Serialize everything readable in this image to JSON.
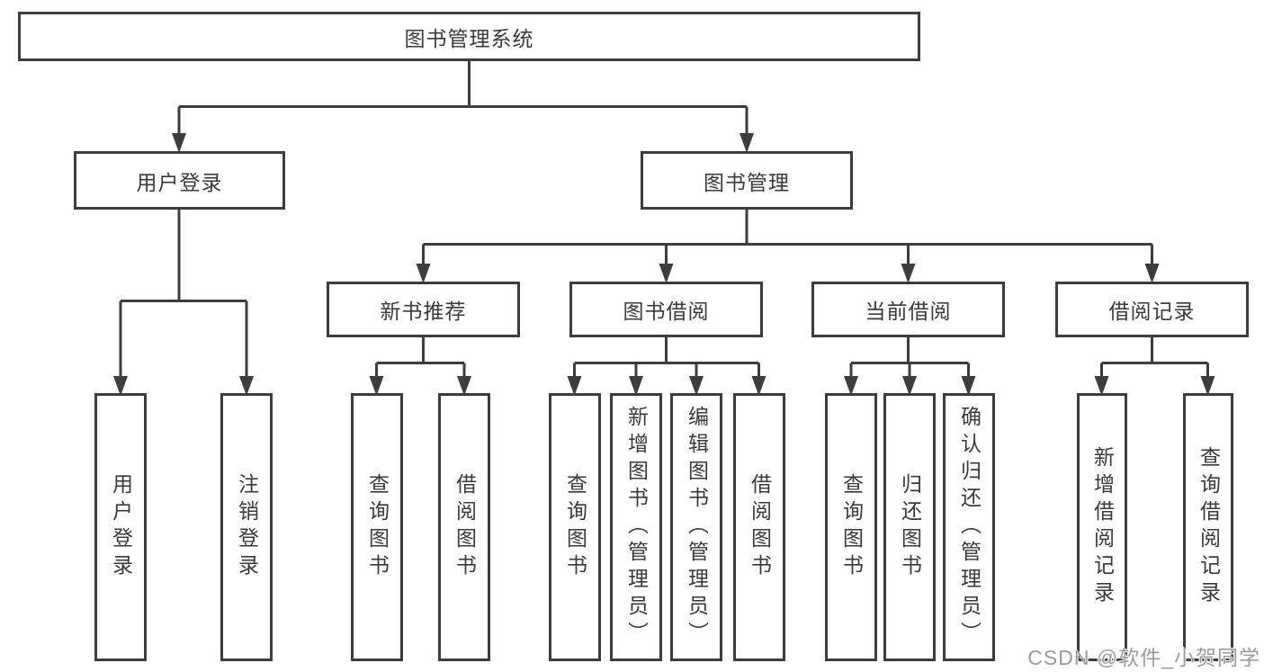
{
  "tree": {
    "root": {
      "label": "图书管理系统",
      "children": [
        {
          "label": "用户登录",
          "children": [
            {
              "label": "用户登录"
            },
            {
              "label": "注销登录"
            }
          ]
        },
        {
          "label": "图书管理",
          "children": [
            {
              "label": "新书推荐",
              "children": [
                {
                  "label": "查询图书"
                },
                {
                  "label": "借阅图书"
                }
              ]
            },
            {
              "label": "图书借阅",
              "children": [
                {
                  "label": "查询图书"
                },
                {
                  "label": "新增图书（管理员）"
                },
                {
                  "label": "编辑图书（管理员）"
                },
                {
                  "label": "借阅图书"
                }
              ]
            },
            {
              "label": "当前借阅",
              "children": [
                {
                  "label": "查询图书"
                },
                {
                  "label": "归还图书"
                },
                {
                  "label": "确认归还（管理员）"
                }
              ]
            },
            {
              "label": "借阅记录",
              "children": [
                {
                  "label": "新增借阅记录"
                },
                {
                  "label": "查询借阅记录"
                }
              ]
            }
          ]
        }
      ]
    }
  },
  "watermark": {
    "text": "CSDN @软件_小贺同学"
  },
  "colors": {
    "border": "#3d3d3d",
    "text": "#3a3a3a",
    "line": "#3d3d3d",
    "background": "#ffffff",
    "watermark": "#9b9b9b"
  }
}
